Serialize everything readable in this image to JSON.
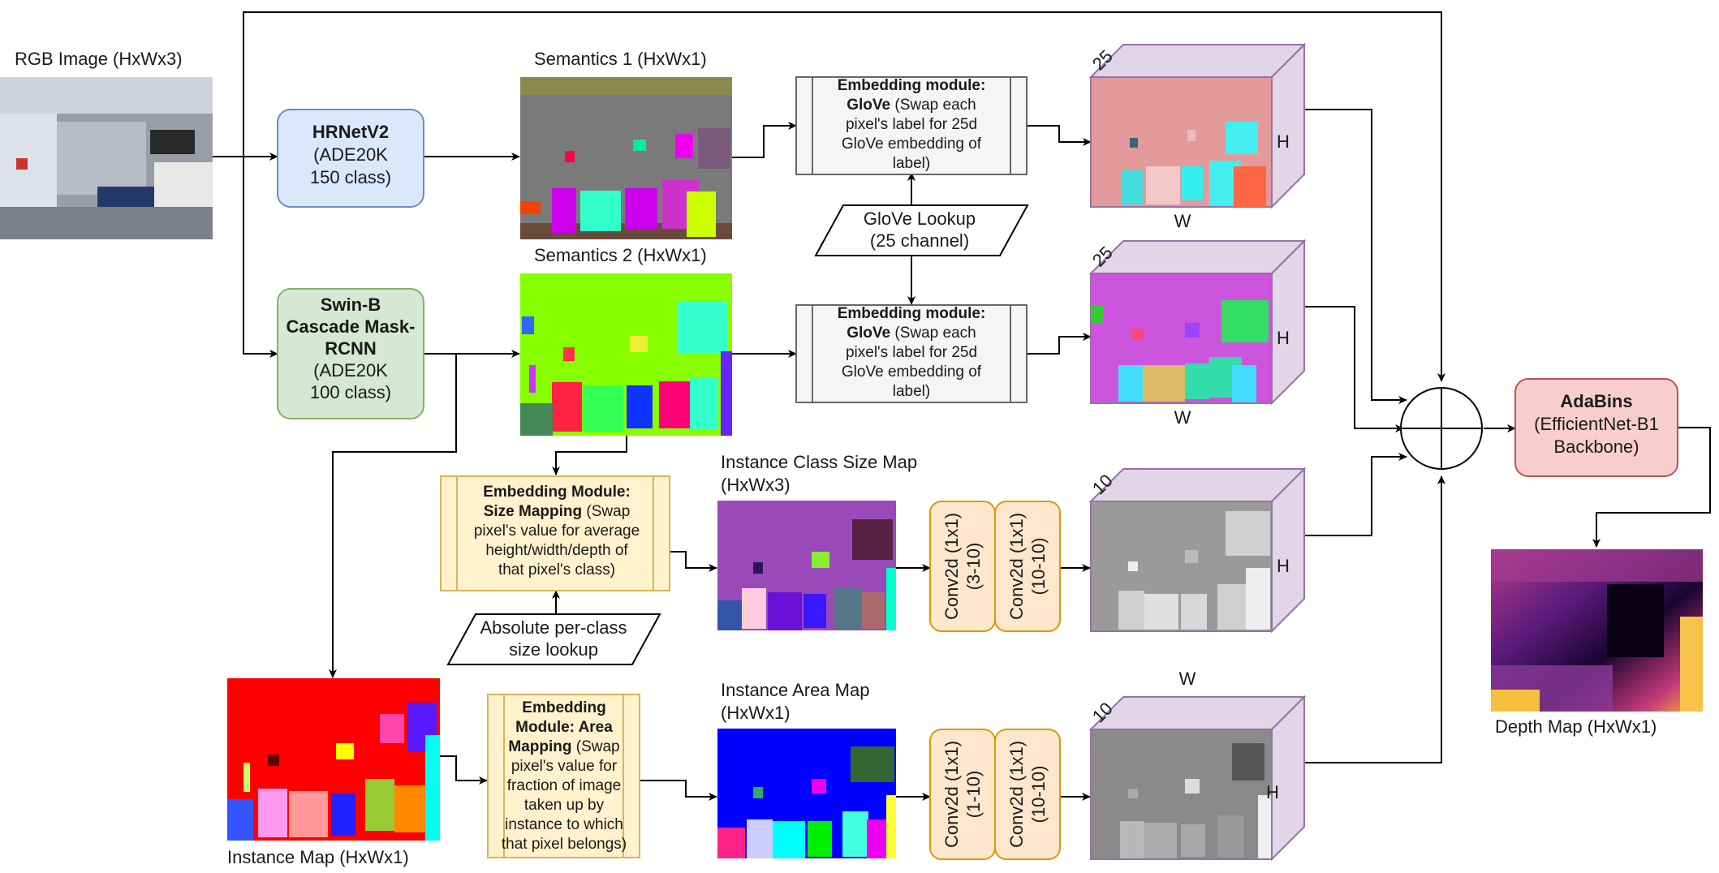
{
  "inputs": {
    "rgb_label": "RGB Image (HxWx3)"
  },
  "models": {
    "hrnet": {
      "name": "HRNetV2",
      "sub1": "(ADE20K",
      "sub2": "150 class)",
      "fill": "#dae8fc",
      "stroke": "#6c8ebf"
    },
    "swin": {
      "name1": "Swin-B",
      "name2": "Cascade Mask-",
      "name3": "RCNN",
      "sub1": "(ADE20K",
      "sub2": "100 class)",
      "fill": "#d5e8d4",
      "stroke": "#82b366"
    },
    "adabins": {
      "name": "AdaBins",
      "sub1": "(EfficientNet-B1",
      "sub2": "Backbone)",
      "fill": "#f8cecc",
      "stroke": "#b85450"
    }
  },
  "maps": {
    "sem1": "Semantics 1 (HxWx1)",
    "sem2": "Semantics 2 (HxWx1)",
    "class_size_1": "Instance Class Size Map",
    "class_size_2": "(HxWx3)",
    "area_1": "Instance Area Map",
    "area_2": "(HxWx1)",
    "instance": "Instance Map (HxWx1)",
    "depth": "Depth Map (HxWx1)"
  },
  "embed_glove": {
    "title": "Embedding module:",
    "glove": "GloVe",
    "l1": " (Swap each",
    "l2": "pixel's label for 25d",
    "l3": "GloVe embedding of",
    "l4": "label)"
  },
  "embed_size": {
    "title": "Embedding Module:",
    "l2_bold": "Size Mapping",
    "l2_rest": " (Swap",
    "l3": "pixel's value for average",
    "l4": "height/width/depth of",
    "l5": "that pixel's class)"
  },
  "embed_area": {
    "l1": "Embedding",
    "l2": "Module: Area",
    "l3_bold": "Mapping",
    "l3_rest": " (Swap",
    "l4": "pixel's value for",
    "l5": "fraction of image",
    "l6": "taken up by",
    "l7": "instance to which",
    "l8": "that pixel belongs)"
  },
  "lookups": {
    "glove_1": "GloVe Lookup",
    "glove_2": "(25 channel)",
    "size_1": "Absolute per-class",
    "size_2": "size lookup"
  },
  "convs": {
    "size_a_1": "Conv2d (1x1)",
    "size_a_2": "(3-10)",
    "size_b_1": "Conv2d (1x1)",
    "size_b_2": "(10-10)",
    "area_a_1": "Conv2d (1x1)",
    "area_a_2": "(1-10)",
    "area_b_1": "Conv2d (1x1)",
    "area_b_2": "(10-10)"
  },
  "cubes": {
    "c1_depth": "25",
    "c2_depth": "25",
    "c3_depth": "10",
    "c4_depth": "10",
    "h": "H",
    "w": "W"
  },
  "colors": {
    "cube_stroke": "#9673a6",
    "cube_face": "#e1d5e7",
    "conv_fill": "#ffe6cc",
    "conv_stroke": "#d79b00",
    "embed_yellow_fill": "#fff2cc",
    "embed_yellow_stroke": "#d6b656",
    "embed_gray_fill": "#f5f5f5",
    "embed_gray_stroke": "#666666"
  }
}
